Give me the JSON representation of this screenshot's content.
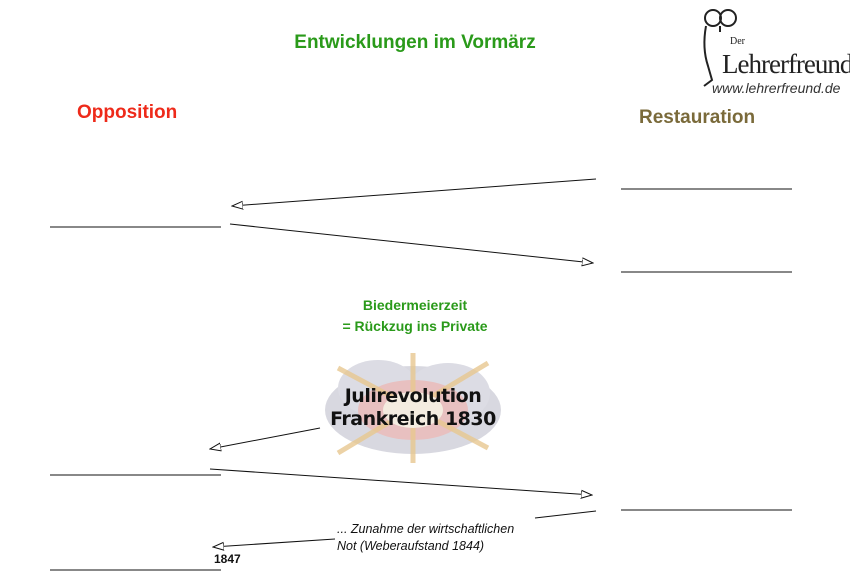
{
  "title": "Entwicklungen im Vormärz",
  "columns": {
    "left": "Opposition",
    "right": "Restauration"
  },
  "center": {
    "line1": "Biedermeierzeit",
    "line2": "= Rückzug ins Private"
  },
  "event": {
    "line1": "Julirevolution",
    "line2": "Frankreich 1830"
  },
  "note": {
    "line1": "... Zunahme der wirtschaftlichen",
    "line2": "Not (Weberaufstand 1844)"
  },
  "year": "1847",
  "logo": {
    "der": "Der",
    "name": "Lehrerfreund",
    "url": "www.lehrerfreund.de"
  },
  "colors": {
    "title": "#2a9a1a",
    "opposition": "#ee2a1a",
    "restauration": "#7a6a3a"
  }
}
